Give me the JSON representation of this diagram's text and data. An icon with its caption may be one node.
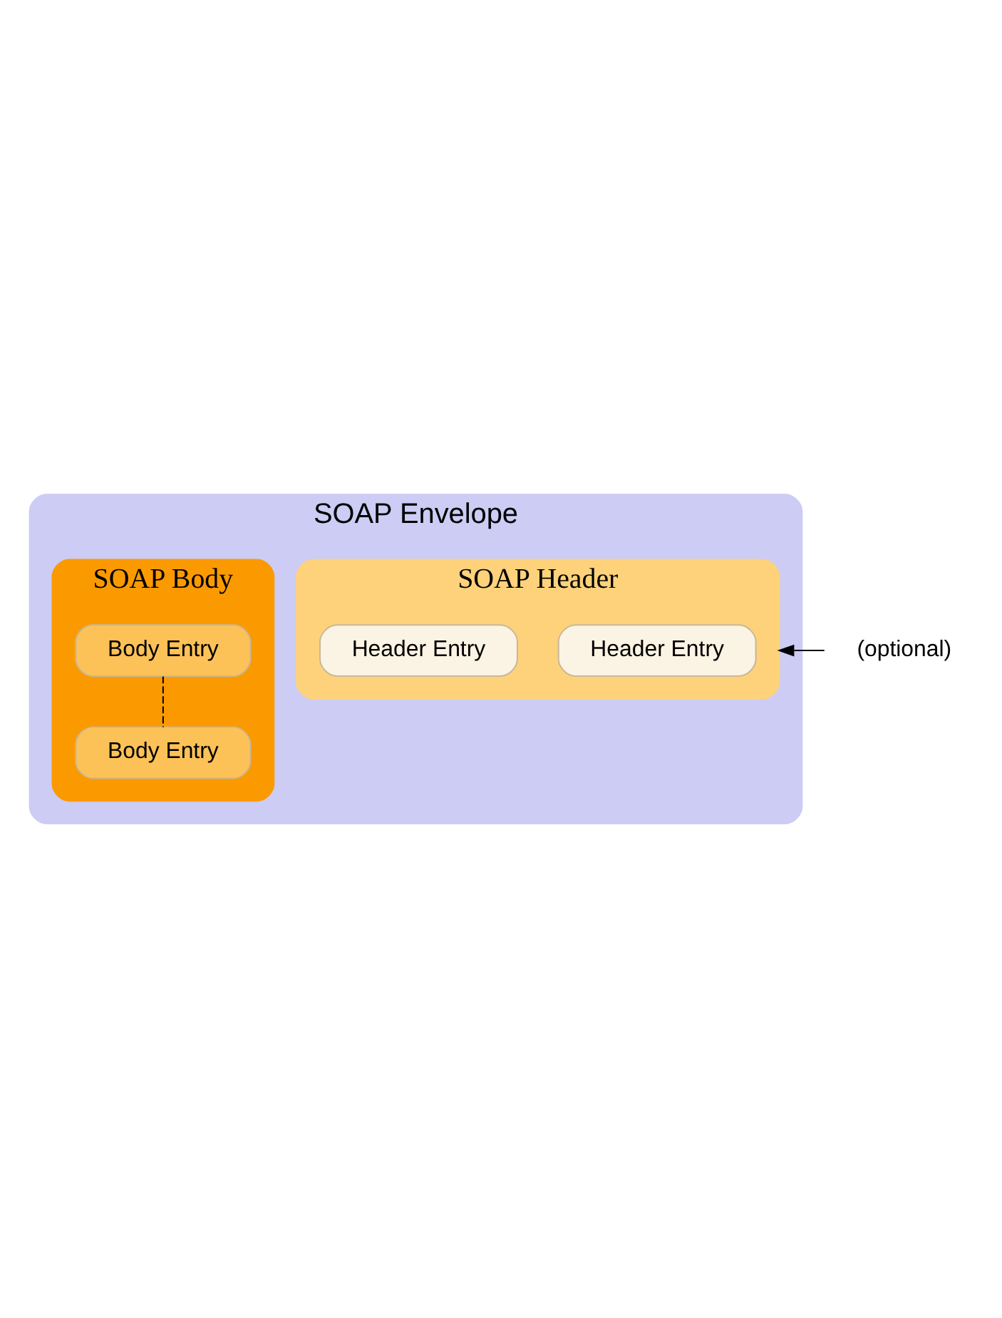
{
  "diagram": {
    "nodes": [
      {
        "text": [
          "SOAP Envelope"
        ]
      },
      {
        "text": [
          "SOAP Header"
        ],
        "in": 0
      },
      {
        "text": [
          "Header Entry"
        ],
        "in": 1
      },
      {
        "text": [
          "Header Entry"
        ],
        "in": 1
      },
      {
        "text": [
          "SOAP Body"
        ],
        "in": 0
      },
      {
        "text": [
          "Body Entry"
        ],
        "in": 4
      },
      {
        "text": [
          "Body Entry"
        ],
        "in": 4
      },
      {
        "text": [
          "(optional)"
        ]
      }
    ],
    "edges": [
      {
        "from": 7,
        "to": 1,
        "arrow": "to"
      },
      {
        "from": 5,
        "to": 6,
        "arrow": "none",
        "style": "dashed"
      }
    ]
  }
}
